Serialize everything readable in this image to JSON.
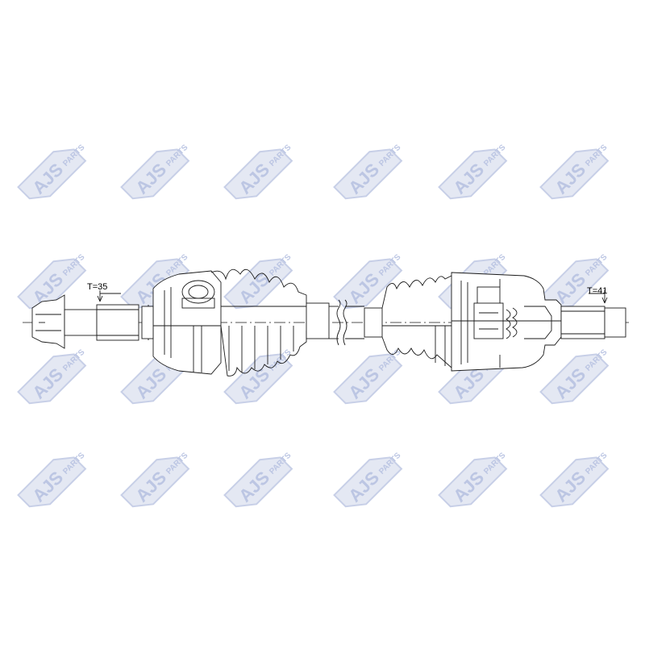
{
  "watermark": {
    "brand": "AJS",
    "suffix": "PARTS",
    "color": "#c5cde6"
  },
  "diagram": {
    "left_spline_label": "T=35",
    "right_spline_label": "T=41",
    "line_color": "#1a1a1a"
  }
}
